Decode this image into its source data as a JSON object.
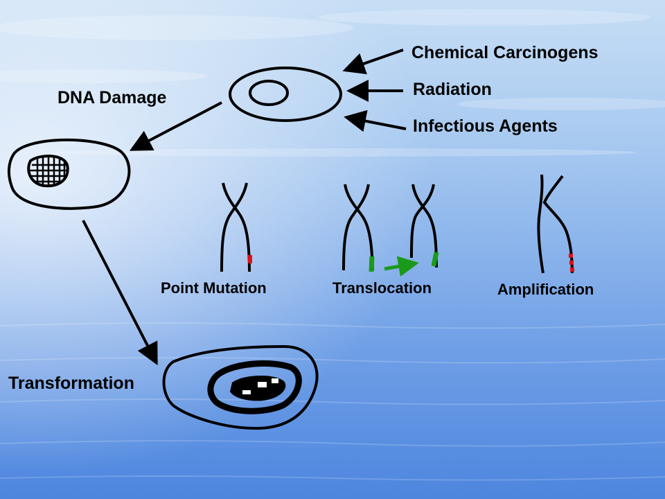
{
  "labels": {
    "chemical": "Chemical Carcinogens",
    "radiation": "Radiation",
    "infectious": "Infectious Agents",
    "dna_damage": "DNA Damage",
    "point_mutation": "Point Mutation",
    "translocation": "Translocation",
    "amplification": "Amplification",
    "transformation": "Transformation"
  },
  "colors": {
    "ink": "#000000",
    "mutation_mark": "#e01010",
    "translocation_mark": "#1a9a1a",
    "sky_top": "#b9d6f2",
    "sky_bottom": "#4f87de"
  }
}
